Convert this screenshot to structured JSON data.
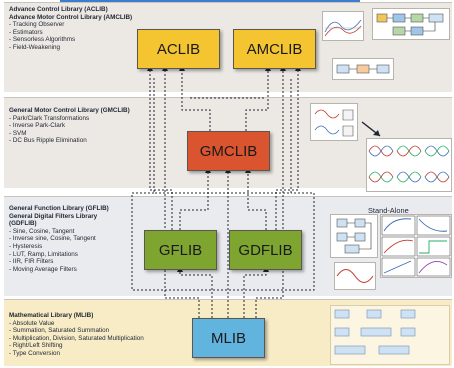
{
  "bands": {
    "aclib": {
      "heading_1": "Advance Control Library (ACLIB)",
      "heading_2": "Advance Motor Control Library (AMCLIB)",
      "items": [
        "Tracking Observer",
        "Estimators",
        "Sensorless Algorithms",
        "Field-Weakening"
      ]
    },
    "gmclib": {
      "heading_1": "General Motor Control Library (GMCLIB)",
      "items": [
        "Park/Clark Transformations",
        "Inverse Park-Clark",
        "SVM",
        "DC Bus Ripple Elimination"
      ]
    },
    "gflib": {
      "heading_1": "General Function Library (GFLIB)",
      "heading_2": "General Digital Filters Library",
      "heading_3": "(GDFLIB)",
      "items": [
        "Sine, Cosine, Tangent",
        "Inverse sine, Cosine, Tangent",
        "Hysteresis",
        "LUT, Ramp, Limitations",
        "IIR, FIR Filters",
        "Moving Average Filters"
      ],
      "standalone_label": "Stand-Alone"
    },
    "mlib": {
      "heading_1": "Mathematical Library (MLIB)",
      "items": [
        "Absolute Value",
        "Summation, Saturated Summation",
        "Multiplication, Division, Saturated Multiplication",
        "Right/Left Shifting",
        "Type Conversion"
      ]
    }
  },
  "blocks": {
    "aclib": "ACLIB",
    "amclib": "AMCLIB",
    "gmclib": "GMCLIB",
    "gflib": "GFLIB",
    "gdflib": "GDFLIB",
    "mlib": "MLIB"
  },
  "colors": {
    "aclib_block": "#f4c531",
    "gmclib_block": "#d9542f",
    "gflib_block": "#7fa531",
    "mlib_block": "#61b4de",
    "band_mlib": "#f7ecc6"
  }
}
